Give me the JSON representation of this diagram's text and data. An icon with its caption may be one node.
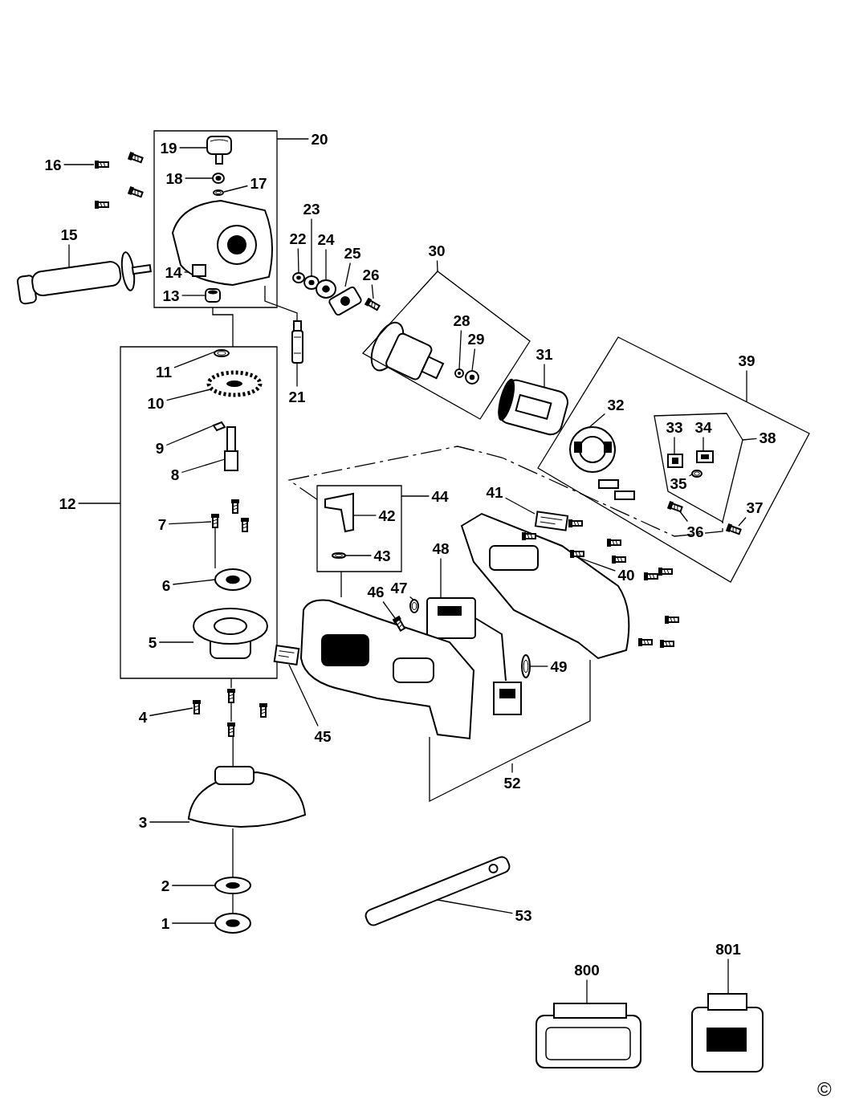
{
  "diagram": {
    "nodes": [
      {
        "text": [],
        "shape": "box"
      },
      {
        "text": [
          "19"
        ],
        "in": 0
      },
      {
        "text": [
          "20"
        ]
      },
      {
        "text": [
          "16"
        ]
      },
      {
        "text": [
          "18"
        ],
        "in": 0
      },
      {
        "text": [
          "17"
        ],
        "in": 0
      },
      {
        "text": [
          "23"
        ]
      },
      {
        "text": [
          "15"
        ]
      },
      {
        "text": [
          "14"
        ],
        "in": 0
      },
      {
        "text": [
          "22"
        ]
      },
      {
        "text": [
          "24"
        ]
      },
      {
        "text": [
          "25"
        ]
      },
      {
        "text": [
          "30"
        ]
      },
      {
        "text": [],
        "shape": "box"
      },
      {
        "text": [
          "26"
        ]
      },
      {
        "text": [
          "13"
        ],
        "in": 0
      },
      {
        "text": [
          "28"
        ],
        "in": 13
      },
      {
        "text": [
          "29"
        ],
        "in": 13
      },
      {
        "text": [],
        "shape": "box"
      },
      {
        "text": [
          "11"
        ],
        "in": 18
      },
      {
        "text": [
          "31"
        ]
      },
      {
        "text": [
          "39"
        ]
      },
      {
        "text": [],
        "shape": "box"
      },
      {
        "text": [
          "21"
        ]
      },
      {
        "text": [
          "10"
        ],
        "in": 18
      },
      {
        "text": [
          "32"
        ],
        "in": 22
      },
      {
        "text": [],
        "shape": "box",
        "in": 22
      },
      {
        "text": [
          "33"
        ],
        "in": 26
      },
      {
        "text": [
          "34"
        ],
        "in": 26
      },
      {
        "text": [
          "38"
        ],
        "in": 22
      },
      {
        "text": [
          "9"
        ],
        "in": 18
      },
      {
        "text": [
          "8"
        ],
        "in": 18
      },
      {
        "text": [
          "35"
        ],
        "in": 26
      },
      {
        "text": [
          "41"
        ]
      },
      {
        "text": [],
        "shape": "box"
      },
      {
        "text": [
          "44"
        ]
      },
      {
        "text": [
          "42"
        ],
        "in": 34
      },
      {
        "text": [
          "12"
        ]
      },
      {
        "text": [
          "37"
        ],
        "in": 22
      },
      {
        "text": [
          "36"
        ],
        "in": 22
      },
      {
        "text": [
          "7"
        ],
        "in": 18
      },
      {
        "text": [
          "43"
        ],
        "in": 34
      },
      {
        "text": [
          "48"
        ]
      },
      {
        "text": [
          "40"
        ]
      },
      {
        "text": [
          "6"
        ],
        "in": 18
      },
      {
        "text": [
          "46"
        ]
      },
      {
        "text": [
          "47"
        ]
      },
      {
        "text": [
          "5"
        ],
        "in": 18
      },
      {
        "text": [
          "49"
        ]
      },
      {
        "text": [
          "4"
        ]
      },
      {
        "text": [
          "45"
        ]
      },
      {
        "text": [
          "52"
        ]
      },
      {
        "text": [
          "3"
        ]
      },
      {
        "text": [
          "2"
        ]
      },
      {
        "text": [
          "53"
        ]
      },
      {
        "text": [
          "1"
        ]
      },
      {
        "text": [
          "801"
        ]
      },
      {
        "text": [
          "800"
        ]
      },
      {
        "text": [],
        "shape": "picture",
        "in": 0
      },
      {
        "text": [],
        "shape": "picture",
        "in": 0
      },
      {
        "text": [],
        "shape": "picture",
        "in": 0
      },
      {
        "text": [],
        "shape": "picture"
      },
      {
        "text": [],
        "shape": "picture"
      },
      {
        "text": [],
        "shape": "picture",
        "in": 0
      },
      {
        "text": [],
        "shape": "picture",
        "in": 0
      },
      {
        "text": [],
        "shape": "picture"
      },
      {
        "text": [],
        "shape": "picture"
      },
      {
        "text": [],
        "shape": "picture"
      },
      {
        "text": [],
        "shape": "picture"
      },
      {
        "text": [],
        "shape": "picture"
      },
      {
        "text": [],
        "shape": "picture",
        "in": 13
      },
      {
        "text": [],
        "shape": "picture",
        "in": 13
      },
      {
        "text": [],
        "shape": "picture"
      },
      {
        "text": [],
        "shape": "picture"
      },
      {
        "text": [],
        "shape": "picture",
        "in": 18
      },
      {
        "text": [],
        "shape": "picture",
        "in": 18
      },
      {
        "text": [],
        "shape": "picture",
        "in": 18
      },
      {
        "text": [],
        "shape": "picture",
        "in": 18
      },
      {
        "text": [],
        "shape": "picture",
        "in": 18
      },
      {
        "text": [],
        "shape": "picture",
        "in": 18
      },
      {
        "text": [],
        "shape": "picture",
        "in": 18
      },
      {
        "text": [],
        "shape": "picture"
      },
      {
        "text": [],
        "shape": "picture"
      },
      {
        "text": [],
        "shape": "picture"
      },
      {
        "text": [],
        "shape": "picture"
      },
      {
        "text": [],
        "shape": "picture",
        "in": 22
      },
      {
        "text": [],
        "shape": "picture",
        "in": 26
      },
      {
        "text": [],
        "shape": "picture",
        "in": 26
      },
      {
        "text": [],
        "shape": "picture",
        "in": 26
      },
      {
        "text": [],
        "shape": "picture",
        "in": 22
      },
      {
        "text": [],
        "shape": "picture",
        "in": 22
      },
      {
        "text": [],
        "shape": "picture"
      },
      {
        "text": [],
        "shape": "picture",
        "in": 34
      },
      {
        "text": [],
        "shape": "picture",
        "in": 34
      },
      {
        "text": [],
        "shape": "picture"
      },
      {
        "text": [],
        "shape": "picture"
      },
      {
        "text": [],
        "shape": "picture"
      },
      {
        "text": [],
        "shape": "picture"
      },
      {
        "text": [],
        "shape": "picture"
      },
      {
        "text": [],
        "shape": "picture"
      },
      {
        "text": [],
        "shape": "picture"
      },
      {
        "text": [],
        "shape": "picture"
      },
      {
        "text": [],
        "shape": "picture"
      },
      {
        "text": [],
        "shape": "picture"
      },
      {
        "text": [],
        "shape": "picture"
      },
      {
        "text": [],
        "shape": "picture"
      }
    ],
    "edges": [
      {
        "from": 1,
        "to": 58,
        "arrow": "none"
      },
      {
        "from": 2,
        "to": 0,
        "arrow": "none"
      },
      {
        "from": 3,
        "to": 61,
        "arrow": "none"
      },
      {
        "from": 4,
        "to": 59,
        "arrow": "none"
      },
      {
        "from": 5,
        "to": 60,
        "arrow": "none"
      },
      {
        "from": 6,
        "to": 66,
        "arrow": "none"
      },
      {
        "from": 7,
        "to": 62,
        "arrow": "none"
      },
      {
        "from": 8,
        "to": 63,
        "arrow": "none"
      },
      {
        "from": 9,
        "to": 65,
        "arrow": "none"
      },
      {
        "from": 10,
        "to": 67,
        "arrow": "none"
      },
      {
        "from": 11,
        "to": 68,
        "arrow": "none"
      },
      {
        "from": 12,
        "to": 13,
        "arrow": "none"
      },
      {
        "from": 14,
        "to": 69,
        "arrow": "none"
      },
      {
        "from": 15,
        "to": 64,
        "arrow": "none"
      },
      {
        "from": 16,
        "to": 70,
        "arrow": "none"
      },
      {
        "from": 17,
        "to": 71,
        "arrow": "none"
      },
      {
        "from": 19,
        "to": 74,
        "arrow": "none"
      },
      {
        "from": 20,
        "to": 72,
        "arrow": "none"
      },
      {
        "from": 21,
        "to": 22,
        "arrow": "none"
      },
      {
        "from": 23,
        "to": 73,
        "arrow": "none"
      },
      {
        "from": 24,
        "to": 75,
        "arrow": "none"
      },
      {
        "from": 25,
        "to": 85,
        "arrow": "none"
      },
      {
        "from": 27,
        "to": 86,
        "arrow": "none"
      },
      {
        "from": 28,
        "to": 87,
        "arrow": "none"
      },
      {
        "from": 29,
        "to": 26,
        "arrow": "none"
      },
      {
        "from": 30,
        "to": 76,
        "arrow": "none"
      },
      {
        "from": 31,
        "to": 77,
        "arrow": "none"
      },
      {
        "from": 32,
        "to": 88,
        "arrow": "none"
      },
      {
        "from": 33,
        "to": 91,
        "arrow": "none"
      },
      {
        "from": 35,
        "to": 34,
        "arrow": "none"
      },
      {
        "from": 36,
        "to": 92,
        "arrow": "none"
      },
      {
        "from": 37,
        "to": 18,
        "arrow": "none"
      },
      {
        "from": 38,
        "to": 90,
        "arrow": "none"
      },
      {
        "from": 39,
        "to": 89,
        "arrow": "none"
      },
      {
        "from": 40,
        "to": 78,
        "arrow": "none"
      },
      {
        "from": 41,
        "to": 93,
        "arrow": "none"
      },
      {
        "from": 42,
        "to": 94,
        "arrow": "none"
      },
      {
        "from": 43,
        "to": 95,
        "arrow": "none"
      },
      {
        "from": 44,
        "to": 79,
        "arrow": "none"
      },
      {
        "from": 45,
        "to": 96,
        "arrow": "none"
      },
      {
        "from": 46,
        "to": 97,
        "arrow": "none"
      },
      {
        "from": 47,
        "to": 80,
        "arrow": "none"
      },
      {
        "from": 48,
        "to": 98,
        "arrow": "none"
      },
      {
        "from": 49,
        "to": 81,
        "arrow": "none"
      },
      {
        "from": 50,
        "to": 99,
        "arrow": "none"
      },
      {
        "from": 51,
        "to": null,
        "arrow": "none"
      },
      {
        "from": 52,
        "to": 82,
        "arrow": "none"
      },
      {
        "from": 53,
        "to": 83,
        "arrow": "none"
      },
      {
        "from": 54,
        "to": 100,
        "arrow": "none"
      },
      {
        "from": 55,
        "to": 84,
        "arrow": "none"
      },
      {
        "from": 56,
        "to": 102,
        "arrow": "none"
      },
      {
        "from": 57,
        "to": 101,
        "arrow": "none"
      },
      {
        "from": 0,
        "to": 18,
        "arrow": "none"
      },
      {
        "from": 63,
        "to": 73,
        "arrow": "none"
      },
      {
        "from": 34,
        "to": 26,
        "arrow": "none",
        "style": "dashed"
      },
      {
        "from": 34,
        "to": 103,
        "arrow": "none"
      },
      {
        "from": 18,
        "to": 104,
        "arrow": "none"
      },
      {
        "from": 104,
        "to": 105,
        "arrow": "none"
      },
      {
        "from": 105,
        "to": 82,
        "arrow": "none"
      },
      {
        "from": 82,
        "to": 83,
        "arrow": "none"
      },
      {
        "from": 83,
        "to": 84,
        "arrow": "none"
      },
      {
        "from": 78,
        "to": 79,
        "arrow": "none"
      }
    ],
    "labels": [
      "©"
    ]
  }
}
